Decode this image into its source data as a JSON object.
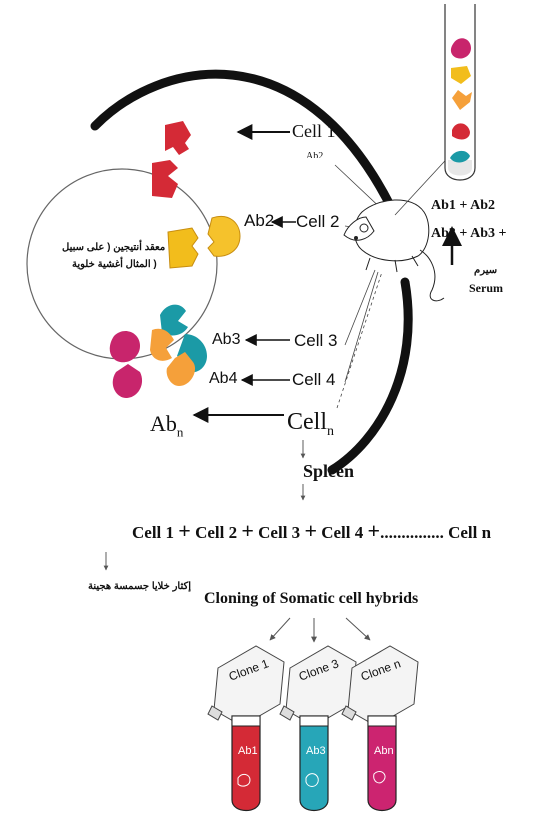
{
  "antigen_label_ar_line1": "معقد أنتيجين ( على سبيل",
  "antigen_label_ar_line2": "المثال أغشية خلوية )",
  "cells": {
    "cell1": "Cell 1",
    "cell1_sub": "Ab2",
    "cell2": "Cell 2",
    "cell3": "Cell 3",
    "cell4": "Cell 4",
    "celln": "Cell",
    "celln_sub": "n"
  },
  "antibodies": {
    "ab2": "Ab2",
    "ab3": "Ab3",
    "ab4": "Ab4",
    "abn": "Ab",
    "abn_sub": "n"
  },
  "serum": {
    "line1": "Ab1 + Ab2",
    "line2": "Ab3 + Ab3 +",
    "ar": "سيرم",
    "en": "Serum"
  },
  "spleen": "Spleen",
  "cell_sum": {
    "c1": "Cell 1",
    "c2": "Cell 2",
    "c3": "Cell 3",
    "c4": "Cell 4",
    "dots": "...............",
    "cn": "Cell n",
    "plus": "+"
  },
  "cloning_ar": "إكثار خلايا جسمسة هجينة",
  "cloning_en": "Cloning of Somatic cell hybrids",
  "clones": [
    {
      "label": "Clone 1",
      "ab": "Ab1",
      "color": "#d42a36"
    },
    {
      "label": "Clone 3",
      "ab": "Ab3",
      "color": "#27a6b8"
    },
    {
      "label": "Clone n",
      "ab": "Abn",
      "color": "#cc2470"
    }
  ],
  "colors": {
    "red": "#d42a36",
    "yellow": "#f2bd1c",
    "orange": "#f5a03a",
    "teal": "#1b9aa6",
    "magenta": "#c8256c"
  }
}
